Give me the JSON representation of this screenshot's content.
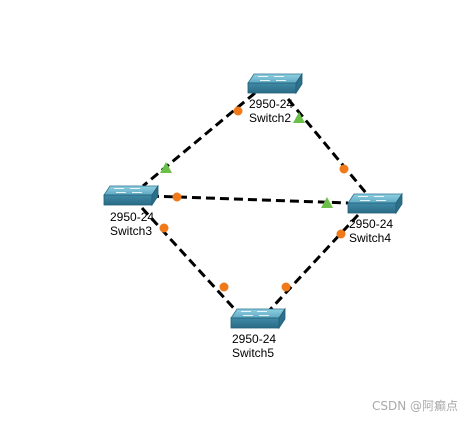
{
  "diagram": {
    "devices": [
      {
        "id": "switch2",
        "model": "2950-24",
        "name": "Switch2"
      },
      {
        "id": "switch3",
        "model": "2950-24",
        "name": "Switch3"
      },
      {
        "id": "switch4",
        "model": "2950-24",
        "name": "Switch4"
      },
      {
        "id": "switch5",
        "model": "2950-24",
        "name": "Switch5"
      }
    ],
    "links": [
      {
        "from": "switch2",
        "to": "switch3",
        "from_port": "forwarding",
        "to_port": "blocking"
      },
      {
        "from": "switch2",
        "to": "switch4",
        "from_port": "blocking",
        "to_port": "forwarding"
      },
      {
        "from": "switch3",
        "to": "switch4",
        "from_port": "forwarding",
        "to_port": "blocking"
      },
      {
        "from": "switch3",
        "to": "switch5",
        "from_port": "forwarding",
        "to_port": "forwarding"
      },
      {
        "from": "switch4",
        "to": "switch5",
        "from_port": "forwarding",
        "to_port": "forwarding"
      }
    ],
    "port_colors": {
      "forwarding": "#f07a1a",
      "blocking": "#6cc04a"
    }
  },
  "watermark": "CSDN @阿癫点"
}
